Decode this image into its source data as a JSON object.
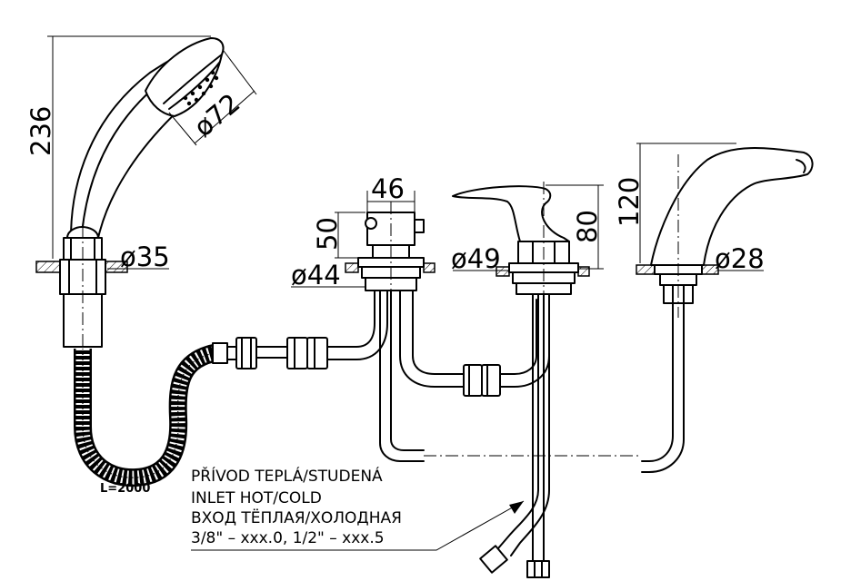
{
  "dimensions": {
    "handshower_height": "236",
    "head_diameter": "ø72",
    "handshower_base_diameter": "ø35",
    "hose_length": "L=2000",
    "diverter_width": "46",
    "diverter_height": "50",
    "diverter_base_diameter": "ø44",
    "mixer_base_diameter": "ø49",
    "mixer_height": "80",
    "spout_height": "120",
    "spout_base_diameter": "ø28"
  },
  "inlet_note": {
    "line1": "PŘÍVOD TEPLÁ/STUDENÁ",
    "line2": "INLET HOT/COLD",
    "line3": "ВХОД ТЁПЛАЯ/ХОЛОДНАЯ",
    "line4": "3/8\" – xxx.0, 1/2\" – xxx.5"
  }
}
